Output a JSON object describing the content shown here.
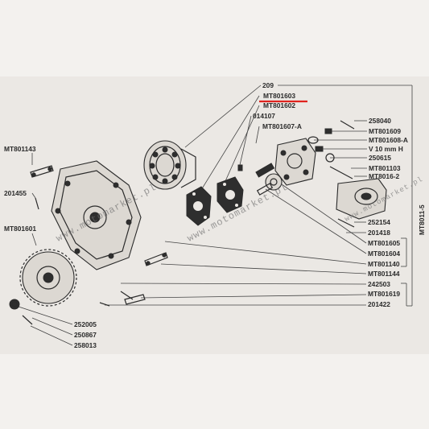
{
  "labels": {
    "p209": "209",
    "mt801603": "MT801603",
    "mt801602": "MT801602",
    "p014107": "014107",
    "mt801607a": "MT801607-A",
    "p258040": "258040",
    "mt801609": "MT801609",
    "mt801608a": "MT801608-A",
    "v10": "V 10 mm H",
    "p250615": "250615",
    "mt801103": "MT801103",
    "mt80162": "MT8016-2",
    "mt801143": "MT801143",
    "p201455": "201455",
    "mt801601": "MT801601",
    "p252154": "252154",
    "p201418": "201418",
    "mt801605": "MT801605",
    "mt801604": "MT801604",
    "mt801140": "MT801140",
    "mt801144": "MT801144",
    "p242503": "242503",
    "mt801619": "MT801619",
    "p201422": "201422",
    "p252005": "252005",
    "p250867": "250867",
    "p258013": "258013",
    "assembly": "MT8011-5"
  },
  "watermarks": {
    "wm1": "www.motomarket.pl",
    "wm2": "www.motomarket.pl",
    "wm3": "www.motomarket.pl"
  },
  "colors": {
    "highlight": "#e0241f",
    "ink": "#2b2b2b",
    "paper": "#f3f1ee"
  }
}
